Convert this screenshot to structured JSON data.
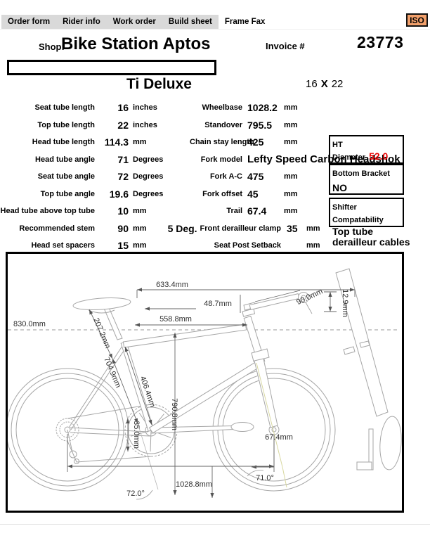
{
  "tabs": {
    "items": [
      {
        "label": "Order form"
      },
      {
        "label": "Rider info"
      },
      {
        "label": "Work order"
      },
      {
        "label": "Build sheet"
      },
      {
        "label": "Frame Fax"
      }
    ],
    "active_tab": "Frame Fax",
    "iso_label": "ISO",
    "iso_color": "#f2a06b"
  },
  "header": {
    "shop_label": "Shop:",
    "shop_name": "Bike Station Aptos",
    "invoice_label": "Invoice #",
    "invoice_number": "23773",
    "model_name": "Ti Deluxe",
    "size_first": "16",
    "size_sep": "X",
    "size_second": "22"
  },
  "specs_left": [
    {
      "label": "Seat tube length",
      "value": "16",
      "unit": "inches"
    },
    {
      "label": "Top tube length",
      "value": "22",
      "unit": "inches"
    },
    {
      "label": "Head tube length",
      "value": "114.3",
      "unit": "mm"
    },
    {
      "label": "Head tube angle",
      "value": "71",
      "unit": "Degrees"
    },
    {
      "label": "Seat tube angle",
      "value": "72",
      "unit": "Degrees"
    },
    {
      "label": "Top tube angle",
      "value": "19.6",
      "unit": "Degrees"
    },
    {
      "label": "Head tube above top tube",
      "value": "10",
      "unit": "mm"
    },
    {
      "label": "Recommended stem",
      "value": "90",
      "unit": "mm",
      "extra": "5 Deg."
    },
    {
      "label": "Head set spacers",
      "value": "15",
      "unit": "mm"
    }
  ],
  "specs_right": [
    {
      "label": "Wheelbase",
      "value": "1028.2",
      "unit": "mm"
    },
    {
      "label": "Standover",
      "value": "795.5",
      "unit": "mm"
    },
    {
      "label": "Chain stay length",
      "value": "425",
      "unit": "mm"
    },
    {
      "label": "Fork model",
      "value": "Lefty Speed Carbon",
      "value_underlined": "Headshok"
    },
    {
      "label": "Fork A-C",
      "value": "475",
      "unit": "mm"
    },
    {
      "label": "Fork offset",
      "value": "45",
      "unit": "mm"
    },
    {
      "label": "Trail",
      "value": "67.4",
      "unit": "mm"
    },
    {
      "label": "Front derailleur clamp",
      "value": "35",
      "unit": "mm"
    },
    {
      "label": "Seat Post Setback",
      "value": "",
      "unit": "mm"
    }
  ],
  "panels": {
    "ht_diameter": {
      "label": "HT Diameter",
      "value": "52.0",
      "value_color": "#e80000"
    },
    "bottom_bracket": {
      "label": "Bottom Bracket",
      "value": "NO"
    },
    "shifter": {
      "label": "Shifter Compatability",
      "value": "Top tube derailleur cables"
    }
  },
  "drawing_labels": {
    "d633": "633.4mm",
    "d487": "48.7mm",
    "d900": "90.0mm",
    "d129": "12.9mm",
    "d830": "830.0mm",
    "d5588": "558.8mm",
    "d2072": "207.2mm",
    "d7049": "704.9mm",
    "d4064": "406.4mm",
    "d7908": "790.8mm",
    "d350": "35.0mm",
    "d674": "67.4mm",
    "d10288": "1028.8mm",
    "a720": "72.0°",
    "a710": "71.0°"
  }
}
